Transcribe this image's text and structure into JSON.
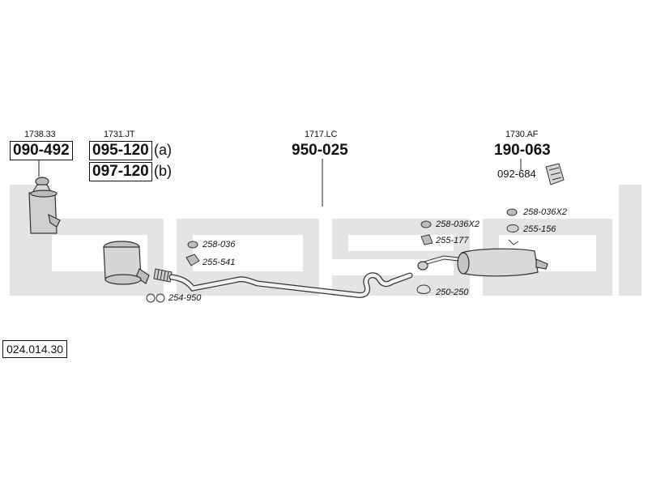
{
  "watermark": "bosal",
  "catalog_number": "024.014.30",
  "parts": {
    "cat_front": {
      "ref": "1738.33",
      "part": "090-492"
    },
    "cat_second": {
      "ref": "1731.JT",
      "part_a": "095-120",
      "suffix_a": "(a)",
      "part_b": "097-120",
      "suffix_b": "(b)"
    },
    "middle_pipe": {
      "ref": "1717.LC",
      "part": "950-025"
    },
    "rear_silencer": {
      "ref": "1730.AF",
      "part": "190-063",
      "bracket": "092-684"
    }
  },
  "accessories": [
    {
      "code": "258-036"
    },
    {
      "code": "255-541"
    },
    {
      "code": "254-950"
    },
    {
      "code": "258-036X2"
    },
    {
      "code": "255-177"
    },
    {
      "code": "250-250"
    },
    {
      "code": "258-036X2"
    },
    {
      "code": "255-156"
    }
  ]
}
